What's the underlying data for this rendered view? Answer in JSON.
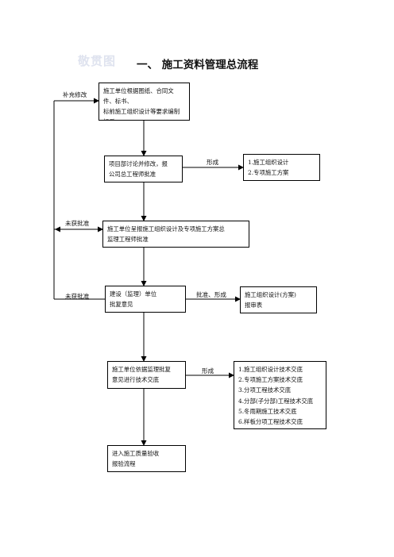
{
  "watermark": "敬贯图",
  "title": "一、  施工资料管理总流程",
  "boxes": {
    "step1": "施工单位根据图纸、合同文件、标书、\n标前施工组织设计等要求编制标后\n施工组织设计、施工方案等",
    "step2": "项目部讨论并修改，报\n公司总工程师批准",
    "out2": "1.施工组织设计\n2.专项施工方案",
    "step3": "施工单位呈报施工组织设计及专项施工方案总\n监理工程师批准",
    "step4": "建设（监理）单位\n批复意见",
    "out4": "施工组织设计(方案)\n报审表",
    "step5": "施工单位依据监理批复\n意见进行技术交底",
    "out5": "1.施工组织设计技术交底\n2.专项施工方案技术交底\n3.分项工程技术交底\n4.分部(子分部)工程技术交底\n5.冬雨期施工技术交底\n6.样板分项工程技术交底",
    "step6": "进入施工质量验收\n报验流程"
  },
  "labels": {
    "supplement": "补充修改",
    "not_approved_1": "未获批准",
    "not_approved_2": "未获批准",
    "form_1": "形成",
    "approve_form": "批准、形成",
    "form_2": "形成"
  }
}
